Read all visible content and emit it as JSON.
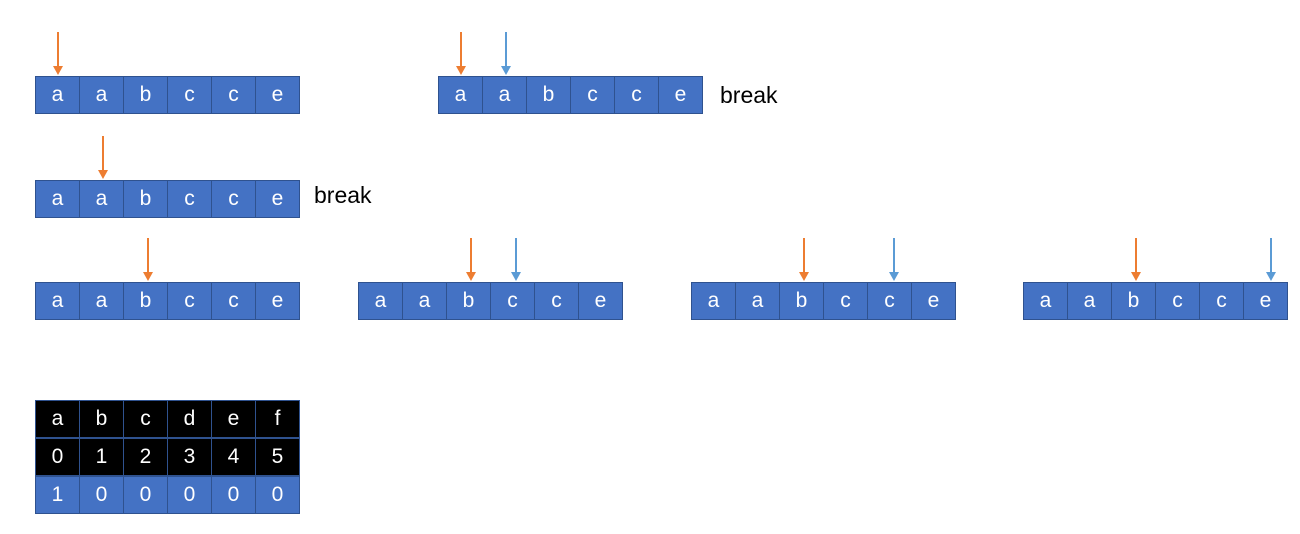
{
  "colors": {
    "cell_fill": "#4472C4",
    "cell_border": "#2F528F",
    "slow_pointer": "#ED7D31",
    "fast_pointer": "#5B9BD5",
    "table_header_fill": "#000000"
  },
  "arrays": [
    {
      "cells": [
        "a",
        "a",
        "b",
        "c",
        "c",
        "e"
      ],
      "pointers": [
        {
          "kind": "orange",
          "index": 0
        }
      ],
      "label": ""
    },
    {
      "cells": [
        "a",
        "a",
        "b",
        "c",
        "c",
        "e"
      ],
      "pointers": [
        {
          "kind": "orange",
          "index": 0
        },
        {
          "kind": "blue",
          "index": 1
        }
      ],
      "label": "break"
    },
    {
      "cells": [
        "a",
        "a",
        "b",
        "c",
        "c",
        "e"
      ],
      "pointers": [
        {
          "kind": "orange",
          "index": 1
        }
      ],
      "label": "break"
    },
    {
      "cells": [
        "a",
        "a",
        "b",
        "c",
        "c",
        "e"
      ],
      "pointers": [
        {
          "kind": "orange",
          "index": 2
        }
      ],
      "label": ""
    },
    {
      "cells": [
        "a",
        "a",
        "b",
        "c",
        "c",
        "e"
      ],
      "pointers": [
        {
          "kind": "orange",
          "index": 2
        },
        {
          "kind": "blue",
          "index": 3
        }
      ],
      "label": ""
    },
    {
      "cells": [
        "a",
        "a",
        "b",
        "c",
        "c",
        "e"
      ],
      "pointers": [
        {
          "kind": "orange",
          "index": 2
        },
        {
          "kind": "blue",
          "index": 4
        }
      ],
      "label": ""
    },
    {
      "cells": [
        "a",
        "a",
        "b",
        "c",
        "c",
        "e"
      ],
      "pointers": [
        {
          "kind": "orange",
          "index": 2
        },
        {
          "kind": "blue",
          "index": 5
        }
      ],
      "label": ""
    }
  ],
  "table": {
    "letters": [
      "a",
      "b",
      "c",
      "d",
      "e",
      "f"
    ],
    "indices": [
      "0",
      "1",
      "2",
      "3",
      "4",
      "5"
    ],
    "counts": [
      "1",
      "0",
      "0",
      "0",
      "0",
      "0"
    ]
  }
}
